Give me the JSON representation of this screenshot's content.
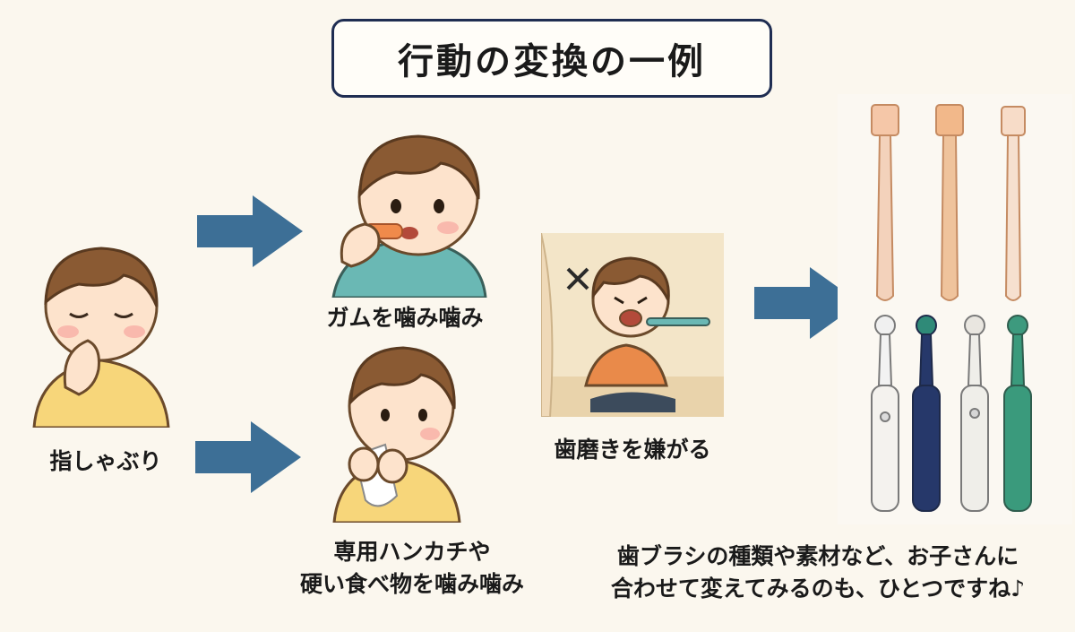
{
  "title": "行動の変換の一例",
  "labels": {
    "thumb_sucking": "指しゃぶり",
    "gum": "ガムを噛み噛み",
    "handkerchief_line1": "専用ハンカチや",
    "handkerchief_line2": "硬い食べ物を噛み噛み",
    "dislike_brushing": "歯磨きを嫌がる",
    "advice_line1": "歯ブラシの種類や素材など、お子さんに",
    "advice_line2": "合わせて変えてみるのも、ひとつですね♪"
  },
  "colors": {
    "arrow": "#3d6f96",
    "title_border": "#1f2d52",
    "background": "#fbf7ee"
  }
}
